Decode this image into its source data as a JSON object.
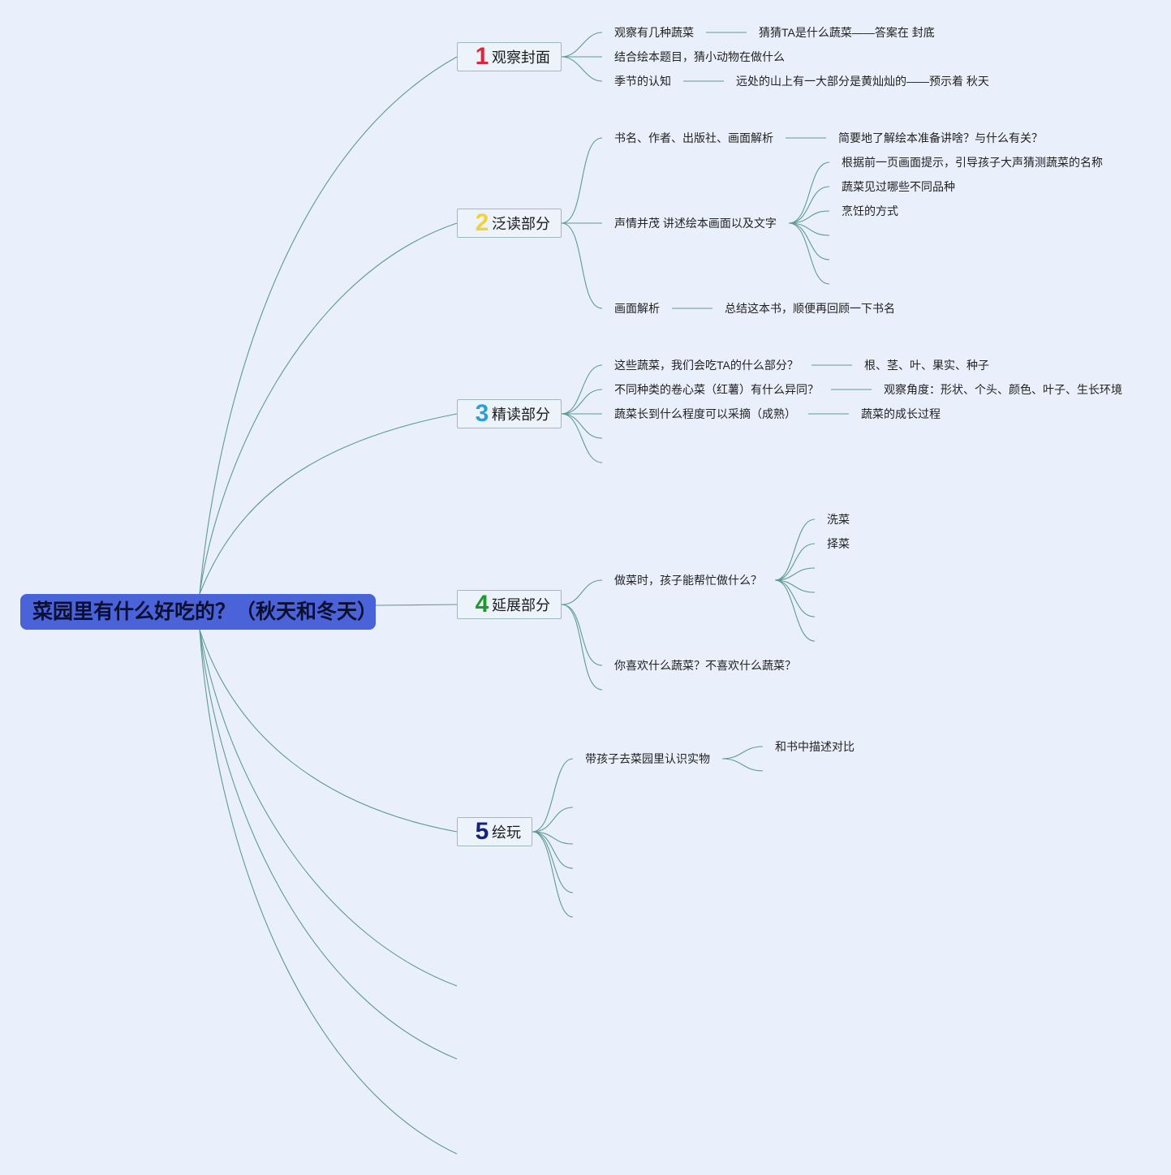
{
  "root": {
    "title": "菜园里有什么好吃的？（秋天和冬天）"
  },
  "branches": [
    {
      "num": "1",
      "num_color": "#e0243a",
      "label": "观察封面",
      "items": [
        {
          "text": "观察有几种蔬菜",
          "detail": "猜猜TA是什么蔬菜——答案在 封底"
        },
        {
          "text": "结合绘本题目，猜小动物在做什么"
        },
        {
          "text": "季节的认知",
          "detail": "远处的山上有一大部分是黄灿灿的——预示着 秋天"
        }
      ]
    },
    {
      "num": "2",
      "num_color": "#f2d23a",
      "label": "泛读部分",
      "items": [
        {
          "text": "书名、作者、出版社、画面解析",
          "detail": "简要地了解绘本准备讲啥？与什么有关？"
        },
        {
          "text": "声情并茂 讲述绘本画面以及文字",
          "children": [
            "根据前一页画面提示，引导孩子大声猜测蔬菜的名称",
            "蔬菜见过哪些不同品种",
            "烹饪的方式"
          ]
        },
        {
          "text": "画面解析",
          "detail": "总结这本书，顺便再回顾一下书名"
        }
      ]
    },
    {
      "num": "3",
      "num_color": "#2a9fd8",
      "label": "精读部分",
      "items": [
        {
          "text": "这些蔬菜，我们会吃TA的什么部分？",
          "detail": "根、茎、叶、果实、种子"
        },
        {
          "text": "不同种类的卷心菜（红薯）有什么异同？",
          "detail": "观察角度：形状、个头、颜色、叶子、生长环境"
        },
        {
          "text": "蔬菜长到什么程度可以采摘（成熟）",
          "detail": "蔬菜的成长过程"
        }
      ]
    },
    {
      "num": "4",
      "num_color": "#1f9a2c",
      "label": "延展部分",
      "items": [
        {
          "text": "做菜时，孩子能帮忙做什么？",
          "children": [
            "洗菜",
            "择菜"
          ]
        },
        {
          "text": "你喜欢什么蔬菜？不喜欢什么蔬菜？"
        }
      ]
    },
    {
      "num": "5",
      "num_color": "#16237a",
      "label": "绘玩",
      "items": [
        {
          "text": "带孩子去菜园里认识实物",
          "children": [
            "和书中描述对比"
          ]
        }
      ]
    }
  ]
}
